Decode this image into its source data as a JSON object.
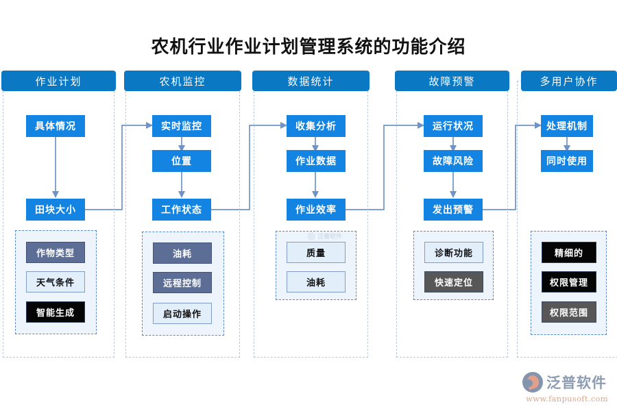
{
  "page": {
    "title": "农机行业作业计划管理系统的功能介绍",
    "background": "#ffffff",
    "accent_header": "#0b78c4",
    "accent_node": "#1484e2",
    "connector_color": "#7e9cc6",
    "dashed_border": "#b9c6de"
  },
  "columns": [
    {
      "id": "col-operation-plan",
      "header": "作业计划",
      "nodes": [
        "具体情况",
        "田块大小"
      ],
      "chips": [
        {
          "label": "作物类型",
          "style": "slate"
        },
        {
          "label": "天气条件",
          "style": "light"
        },
        {
          "label": "智能生成",
          "style": "black"
        }
      ]
    },
    {
      "id": "col-machine-monitor",
      "header": "农机监控",
      "nodes": [
        "实时监控",
        "位置",
        "工作状态"
      ],
      "chips": [
        {
          "label": "油耗",
          "style": "slate"
        },
        {
          "label": "远程控制",
          "style": "slate"
        },
        {
          "label": "启动操作",
          "style": "light"
        }
      ]
    },
    {
      "id": "col-data-statistics",
      "header": "数据统计",
      "nodes": [
        "收集分析",
        "作业数据",
        "作业效率"
      ],
      "chips": [
        {
          "label": "质量",
          "style": "light"
        },
        {
          "label": "油耗",
          "style": "light"
        }
      ]
    },
    {
      "id": "col-fault-warning",
      "header": "故障预警",
      "nodes": [
        "运行状况",
        "故障风险",
        "发出预警"
      ],
      "chips": [
        {
          "label": "诊断功能",
          "style": "light"
        },
        {
          "label": "快速定位",
          "style": "gray"
        }
      ]
    },
    {
      "id": "col-multiuser-collab",
      "header": "多用户协作",
      "nodes": [
        "处理机制",
        "同时使用"
      ],
      "chips": [
        {
          "label": "精细的",
          "style": "black"
        },
        {
          "label": "权限管理",
          "style": "black"
        },
        {
          "label": "权限范围",
          "style": "gray"
        }
      ]
    }
  ],
  "branding": {
    "name": "泛普软件",
    "url": "www.fanpusoft.com",
    "watermark_text": "泛普软件"
  }
}
